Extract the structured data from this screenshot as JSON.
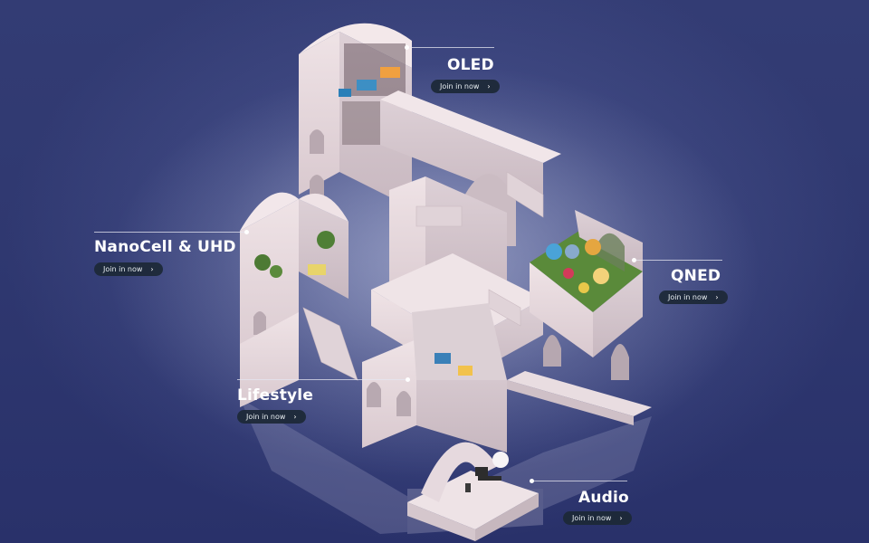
{
  "colors": {
    "background": "#2c3468",
    "building": "#e7d9dd",
    "button_bg": "#1c2836",
    "label_text": "#ffffff",
    "lawn": "#5a8a3a"
  },
  "icons": {
    "chevron": "chevron-right-icon"
  },
  "hotspots": {
    "oled": {
      "title": "OLED",
      "button_label": "Join in now",
      "chevron": "›"
    },
    "nanocell": {
      "title": "NanoCell & UHD",
      "button_label": "Join in now",
      "chevron": "›"
    },
    "qned": {
      "title": "QNED",
      "button_label": "Join in now",
      "chevron": "›"
    },
    "lifestyle": {
      "title": "Lifestyle",
      "button_label": "Join in now",
      "chevron": "›"
    },
    "audio": {
      "title": "Audio",
      "button_label": "Join in now",
      "chevron": "›"
    }
  }
}
